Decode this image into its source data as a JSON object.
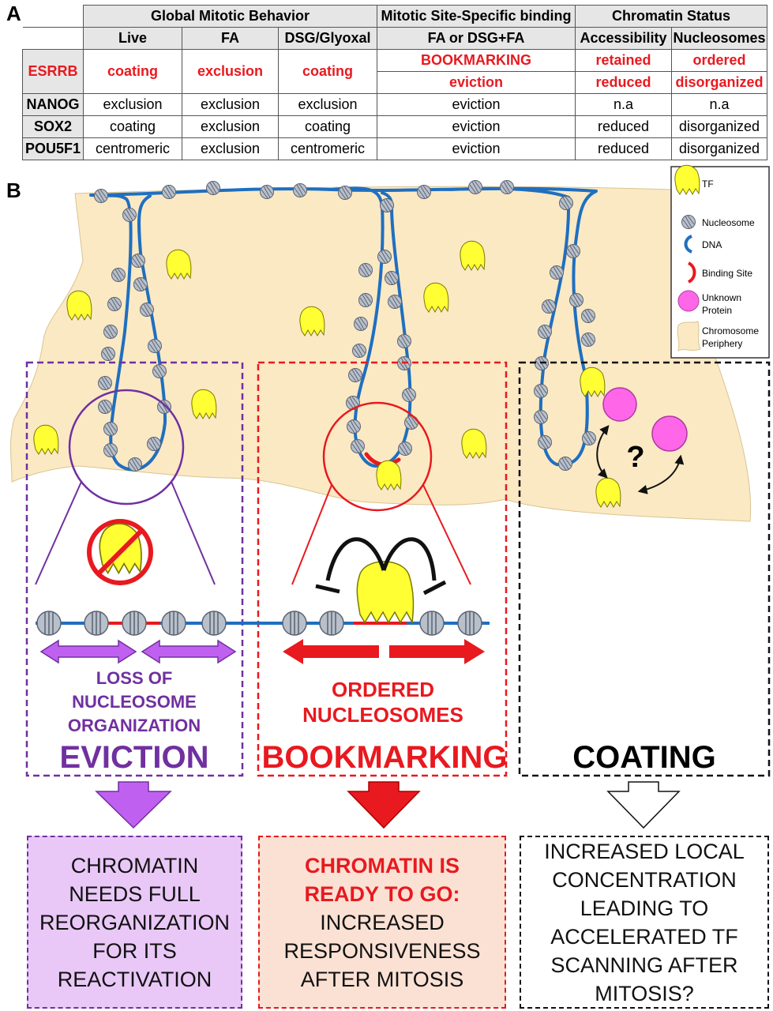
{
  "panel_a": {
    "letter": "A",
    "group_headers": [
      "Global Mitotic Behavior",
      "Mitotic Site-Specific binding",
      "Chromatin Status"
    ],
    "column_headers": [
      "Live",
      "FA",
      "DSG/Glyoxal",
      "FA or DSG+FA",
      "Accessibility",
      "Nucleosomes"
    ],
    "esrrb": {
      "name": "ESRRB",
      "live": "coating",
      "fa": "exclusion",
      "dsg": "coating",
      "binding": [
        "BOOKMARKING",
        "eviction"
      ],
      "accessibility": [
        "retained",
        "reduced"
      ],
      "nucleosomes": [
        "ordered",
        "disorganized"
      ]
    },
    "rows": [
      {
        "name": "NANOG",
        "cells": [
          "exclusion",
          "exclusion",
          "exclusion",
          "eviction",
          "n.a",
          "n.a"
        ]
      },
      {
        "name": "SOX2",
        "cells": [
          "coating",
          "exclusion",
          "coating",
          "eviction",
          "reduced",
          "disorganized"
        ]
      },
      {
        "name": "POU5F1",
        "cells": [
          "centromeric",
          "exclusion",
          "centromeric",
          "eviction",
          "reduced",
          "disorganized"
        ]
      }
    ]
  },
  "panel_b": {
    "letter": "B",
    "legend": {
      "tf": "TF",
      "nucleosome": "Nucleosome",
      "dna": "DNA",
      "binding_site": "Binding Site",
      "unknown_protein": [
        "Unknown",
        "Protein"
      ],
      "periphery": [
        "Chromosome",
        "Periphery"
      ]
    },
    "question_mark": "?",
    "eviction": {
      "caption": [
        "LOSS OF",
        "NUCLEOSOME",
        "ORGANIZATION"
      ],
      "title": "EVICTION",
      "outcome": [
        "CHROMATIN",
        "NEEDS FULL",
        "REORGANIZATION",
        "FOR ITS",
        "REACTIVATION"
      ]
    },
    "bookmarking": {
      "caption": [
        "ORDERED",
        "NUCLEOSOMES"
      ],
      "title": "BOOKMARKING",
      "outcome_highlight": [
        "CHROMATIN IS",
        "READY TO GO:"
      ],
      "outcome": [
        "INCREASED",
        "RESPONSIVENESS",
        "AFTER MITOSIS"
      ]
    },
    "coating": {
      "title": "COATING",
      "outcome": [
        "INCREASED LOCAL",
        "CONCENTRATION",
        "LEADING TO",
        "ACCELERATED TF",
        "SCANNING AFTER",
        "MITOSIS?"
      ]
    },
    "colors": {
      "eviction": "#7030a0",
      "eviction_fill": "#e9c8f7",
      "eviction_arrow": "#c060f0",
      "bookmarking": "#e8191f",
      "bookmarking_fill": "#fae1d4",
      "dna": "#1f6fc0",
      "periphery": "#fbe9c4",
      "tf": "#ffff33",
      "unknown_protein": "#ff66e8"
    }
  }
}
